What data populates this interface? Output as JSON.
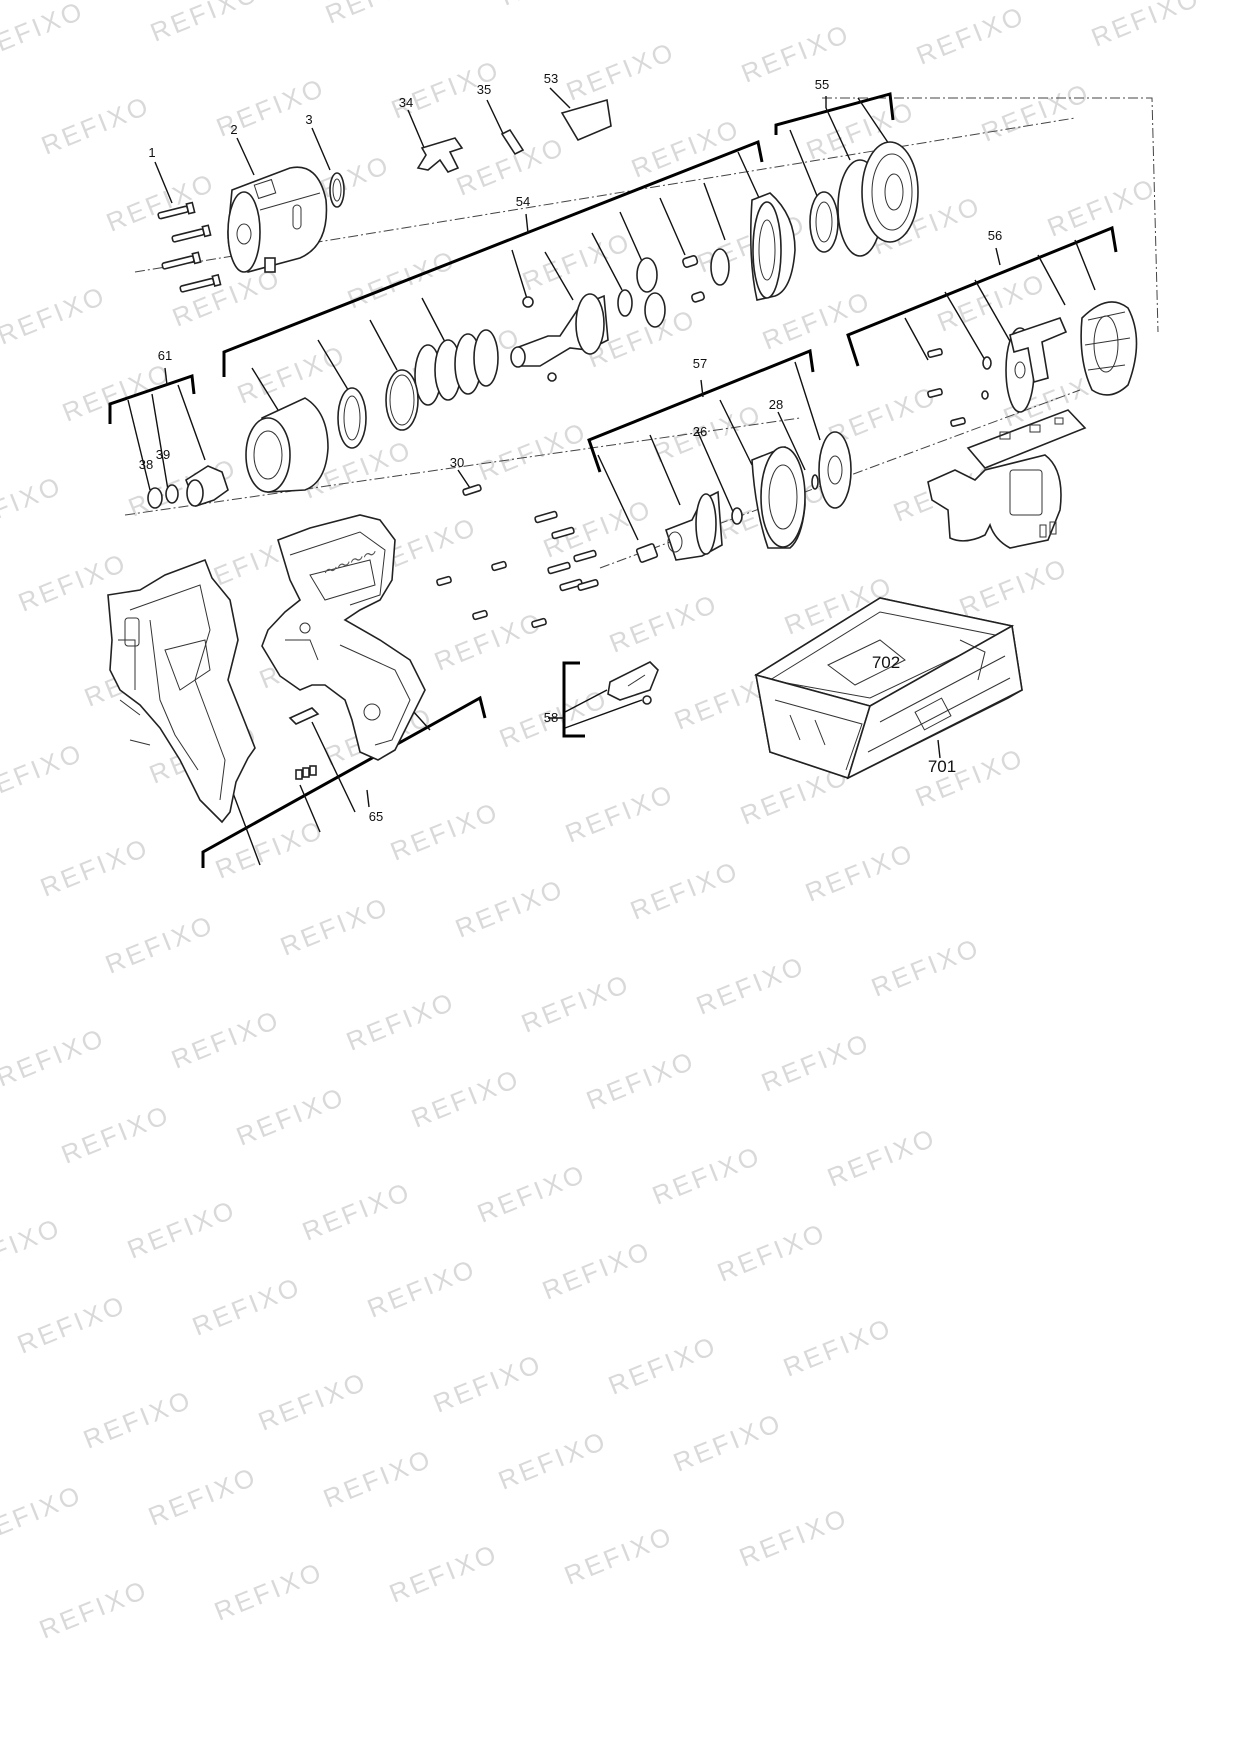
{
  "watermark": "REFIXO",
  "labels": {
    "p1": "1",
    "p2": "2",
    "p3": "3",
    "p34": "34",
    "p35": "35",
    "p53": "53",
    "p55": "55",
    "p54": "54",
    "p56": "56",
    "p61": "61",
    "p38": "38",
    "p39": "39",
    "p30": "30",
    "p57": "57",
    "p26": "26",
    "p28": "28",
    "p58": "58",
    "p65": "65",
    "p702": "702",
    "p701": "701"
  }
}
